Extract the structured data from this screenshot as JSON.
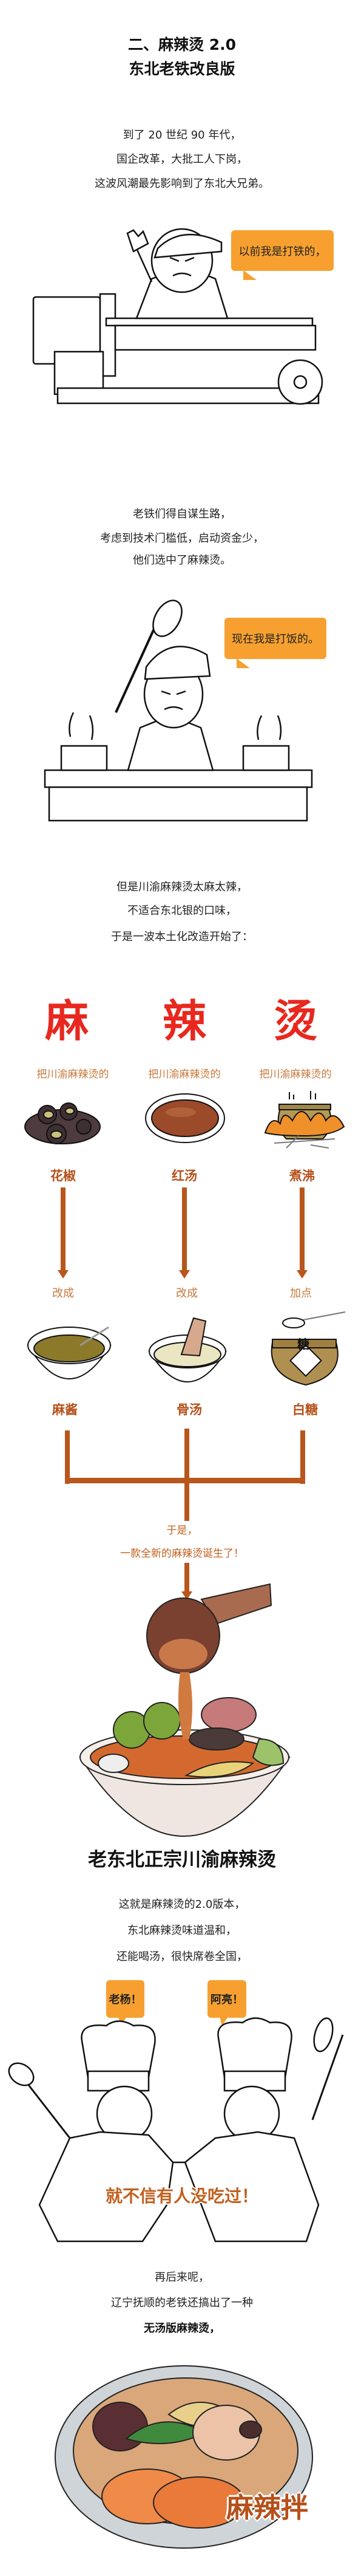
{
  "header": {
    "title_line1": "二、麻辣烫 2.0",
    "title_line2": "东北老铁改良版"
  },
  "intro": {
    "lines": [
      "到了 20 世纪 90 年代，",
      "国企改革，大批工人下岗，",
      "这波风潮最先影响到了东北大兄弟。"
    ]
  },
  "worker_scene": {
    "speech": "以前我是打铁的，"
  },
  "choice": {
    "lines": [
      "老铁们得自谋生路，",
      "考虑到技术门槛低，启动资金少，",
      "他们选中了麻辣烫。"
    ]
  },
  "cook_scene": {
    "speech": "现在我是打饭的。"
  },
  "localize": {
    "lines": [
      "但是川渝麻辣烫太麻太辣，",
      "不适合东北银的口味，",
      "于是一波本土化改造开始了："
    ]
  },
  "flow": {
    "columns": [
      {
        "char": "麻",
        "prefix": "把川渝麻辣烫的",
        "from": "花椒",
        "verb": "改成",
        "to": "麻酱"
      },
      {
        "char": "辣",
        "prefix": "把川渝麻辣烫的",
        "from": "红汤",
        "verb": "改成",
        "to": "骨汤"
      },
      {
        "char": "烫",
        "prefix": "把川渝麻辣烫的",
        "from": "煮沸",
        "verb": "加点",
        "to": "白糖"
      }
    ],
    "jar_label": "糖",
    "result_line1": "于是，",
    "result_line2": "一款全新的麻辣烫诞生了！",
    "colors": {
      "accent": "#b8561c",
      "red": "#e8281e",
      "bubble": "#f7a030"
    }
  },
  "dish1": {
    "caption": "老东北正宗川渝麻辣烫"
  },
  "version2": {
    "lines": [
      "这就是麻辣烫的2.0版本，",
      "东北麻辣烫味道温和，",
      "还能喝汤，很快席卷全国，"
    ],
    "speech_left": "老杨！",
    "speech_right": "阿亮！",
    "slogan": "就不信有人没吃过！"
  },
  "later": {
    "lines": [
      "再后来呢，",
      "辽宁抚顺的老铁还搞出了一种"
    ],
    "bold_line": "无汤版麻辣烫，"
  },
  "dish2": {
    "caption": "麻辣拌"
  }
}
